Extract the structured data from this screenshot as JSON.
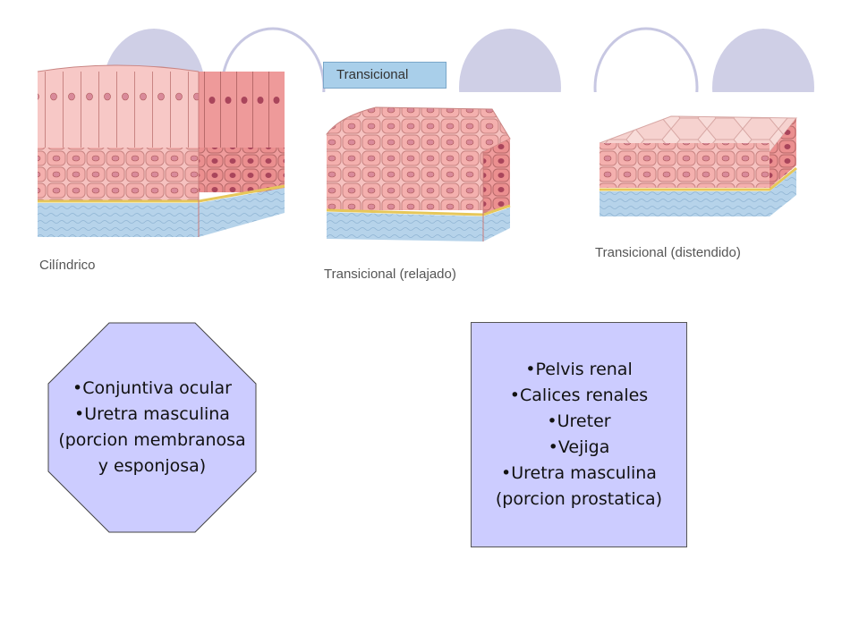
{
  "figure": {
    "header_label": "Transicional",
    "labels": {
      "cylindrical": "Cilíndrico",
      "relaxed": "Transicional (relajado)",
      "distended": "Transicional (distendido)"
    }
  },
  "octagon_box": {
    "lines": [
      "•Conjuntiva ocular",
      "•Uretra masculina",
      "(porcion membranosa",
      "y esponjosa)"
    ]
  },
  "rectangle_box": {
    "lines": [
      "•Pelvis renal",
      "•Calices renales",
      "•Ureter",
      "•Vejiga",
      "•Uretra masculina",
      "(porcion prostatica)"
    ]
  },
  "colors": {
    "shape_fill": "#ccccff",
    "decor_fill": "#cfcfe6",
    "decor_stroke": "#c7c7e2",
    "cell_pink": "#f4b6b6",
    "cell_dark": "#e58686",
    "basement_yellow": "#e6c75a",
    "connective_blue": "#a9cbe6"
  }
}
